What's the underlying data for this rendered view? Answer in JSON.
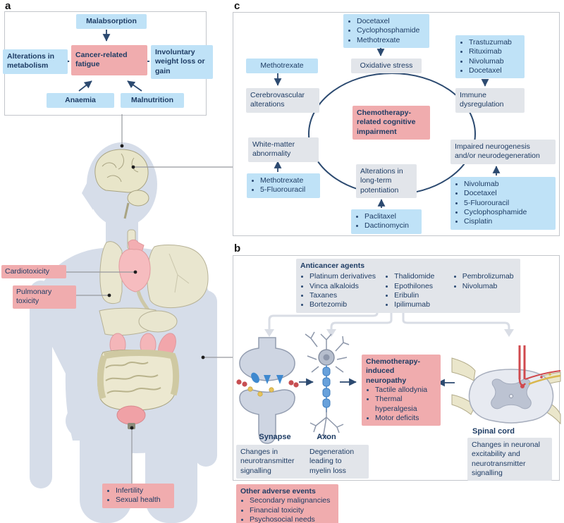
{
  "figure": {
    "panel_a_label": "a",
    "panel_b_label": "b",
    "panel_c_label": "c"
  },
  "panel_a": {
    "malabsorption": "Malabsorption",
    "alterations_metabolism": "Alterations in metabolism",
    "fatigue": "Cancer-related fatigue",
    "weight": "Involuntary weight loss or gain",
    "anaemia": "Anaemia",
    "malnutrition": "Malnutrition"
  },
  "panel_c": {
    "oxidative_drugs": [
      "Docetaxel",
      "Cyclophosphamide",
      "Methotrexate"
    ],
    "methotrexate_single": "Methotrexate",
    "immune_drugs": [
      "Trastuzumab",
      "Rituximab",
      "Nivolumab",
      "Docetaxel"
    ],
    "oxidative_stress": "Oxidative stress",
    "cerebrovascular": "Cerebrovascular alterations",
    "immune_dysregulation": "Immune dysregulation",
    "center": "Chemotherapy-related cognitive impairment",
    "white_matter": "White-matter abnormality",
    "white_matter_drugs": [
      "Methotrexate",
      "5-Fluorouracil"
    ],
    "ltp": "Alterations in long-term potentiation",
    "ltp_drugs": [
      "Paclitaxel",
      "Dactinomycin"
    ],
    "neurogenesis": "Impaired neurogenesis and/or neurodegeneration",
    "neurogenesis_drugs": [
      "Nivolumab",
      "Docetaxel",
      "5-Fluorouracil",
      "Cyclophosphamide",
      "Cisplatin"
    ]
  },
  "panel_b": {
    "agents_title": "Anticancer agents",
    "agents_col1": [
      "Platinum derivatives",
      "Vinca alkaloids",
      "Taxanes",
      "Bortezomib"
    ],
    "agents_col2": [
      "Thalidomide",
      "Epothilones",
      "Eribulin",
      "Ipilimumab"
    ],
    "agents_col3": [
      "Pembrolizumab",
      "Nivolumab"
    ],
    "neuropathy_title": "Chemotherapy-induced neuropathy",
    "neuropathy_items": [
      "Tactile allodynia",
      "Thermal hyperalgesia",
      "Motor deficits"
    ],
    "synapse_label": "Synapse",
    "axon_label": "Axon",
    "spinal_label": "Spinal cord",
    "synapse_note": "Changes in neurotransmitter signalling",
    "axon_note": "Degeneration leading to myelin loss",
    "spinal_note": "Changes in neuronal excitability and neurotransmitter signalling"
  },
  "body_labels": {
    "cardiotoxicity": "Cardiotoxicity",
    "pulmonary": "Pulmonary toxicity",
    "pelvic_items": [
      "Infertility",
      "Sexual health"
    ]
  },
  "other_adverse": {
    "title": "Other adverse events",
    "items": [
      "Secondary malignancies",
      "Financial toxicity",
      "Psychosocial needs"
    ]
  },
  "colors": {
    "blue_box": "#bfe2f7",
    "pink_box": "#f0acae",
    "gray_box": "#e2e5ea",
    "arrow_navy": "#2c4a70",
    "body_silhouette": "#d6dde9",
    "organ_beige": "#e8e5c9",
    "organ_pink": "#f6bcbf",
    "accent_red": "#d0494e",
    "accent_yellow": "#e6c35c",
    "receptor_blue": "#3f89cf"
  }
}
